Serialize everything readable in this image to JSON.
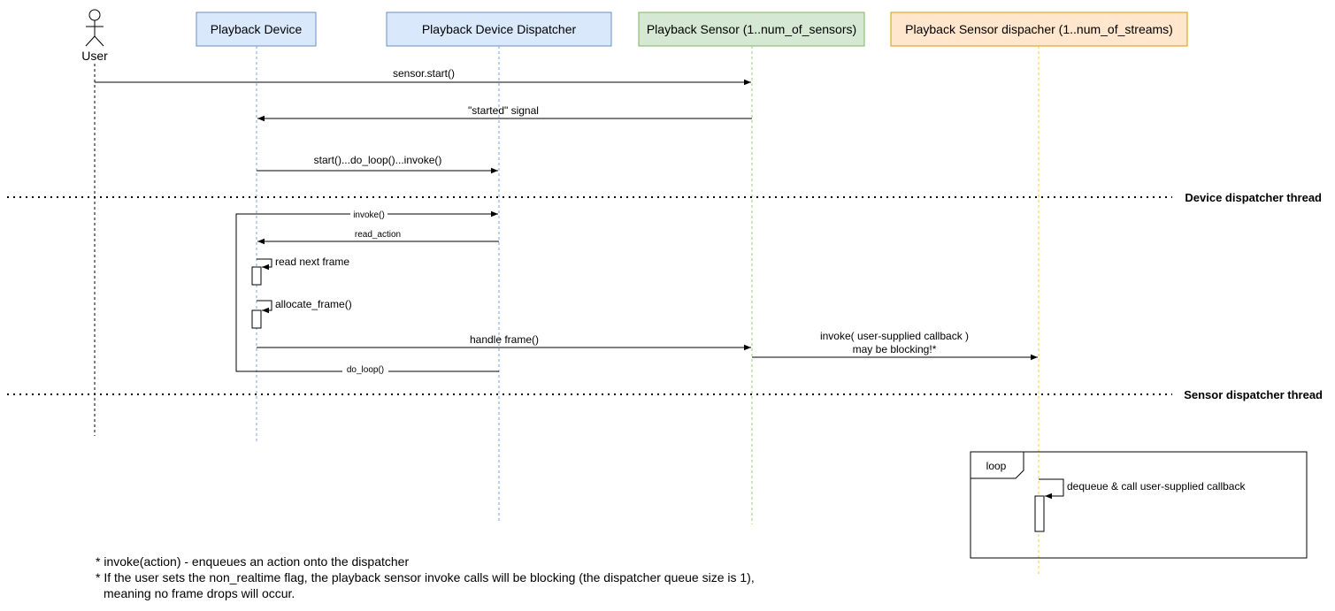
{
  "participants": {
    "user": "User",
    "device": "Playback Device",
    "dispatcher": "Playback Device Dispatcher",
    "sensor": "Playback Sensor (1..num_of_sensors)",
    "sensor_dispatcher": "Playback Sensor dispacher (1..num_of_streams)"
  },
  "messages": {
    "sensor_start": "sensor.start()",
    "started_signal": "\"started\" signal",
    "start_loop": "start()...do_loop()...invoke()",
    "invoke": "invoke()",
    "read_action": "read_action",
    "read_next_frame": "read next frame",
    "allocate_frame": "allocate_frame()",
    "handle_frame": "handle frame()",
    "invoke_callback_line1": "invoke( user-supplied callback )",
    "invoke_callback_line2": "may be blocking!*",
    "do_loop": "do_loop()",
    "dequeue_call": "dequeue & call user-supplied callback"
  },
  "threads": {
    "device_dispatcher": "Device dispatcher thread",
    "sensor_dispatcher": "Sensor dispatcher thread"
  },
  "loop_frame": {
    "label": "loop"
  },
  "notes": {
    "line1": "* invoke(action) - enqueues an action onto the dispatcher",
    "line2": "* If the user sets the non_realtime flag, the playback sensor invoke calls will be blocking (the dispatcher queue size is 1),",
    "line3": "meaning no frame drops will occur."
  },
  "colors": {
    "blue_fill": "#dae8fc",
    "blue_stroke": "#6c8ebf",
    "green_fill": "#d5e8d4",
    "green_stroke": "#82b366",
    "orange_fill": "#ffe6cc",
    "orange_stroke": "#d79b00",
    "lifeline_blue": "#7ea6e0",
    "lifeline_green": "#97d077",
    "lifeline_orange": "#ffcc33"
  }
}
